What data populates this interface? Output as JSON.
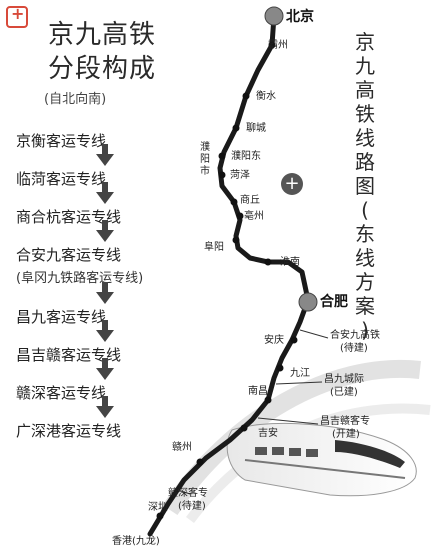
{
  "title": "京九高铁分段构成",
  "title_lines": [
    "京九高铁",
    "分段构成"
  ],
  "subtitle": "(自北向南)",
  "segments": [
    "京衡客运专线",
    "临菏客运专线",
    "商合杭客运专线",
    "合安九客运专线",
    "昌九客运专线",
    "昌吉赣客运专线",
    "赣深客运专线",
    "广深港客运专线"
  ],
  "segment_note": "(阜冈九铁路客运专线)",
  "right_title": "京九高铁线路图(东线方案)",
  "right_title_chars": [
    "京",
    "九",
    "高",
    "铁",
    "线",
    "路",
    "图",
    "(",
    "东",
    "线",
    "方",
    "案",
    ")"
  ],
  "stations": {
    "beijing": "北京",
    "bazhou": "霸州",
    "hengshui": "衡水",
    "liaocheng": "聊城",
    "puyang_city": "濮阳市",
    "puyang_east": "濮阳东",
    "heze": "菏泽",
    "shangqiu": "商丘",
    "bozhou": "亳州",
    "fuyang": "阜阳",
    "huainan": "淮南",
    "hefei": "合肥",
    "anqing": "安庆",
    "jiujiang": "九江",
    "nanchang": "南昌",
    "jian": "吉安",
    "ganzhou": "赣州",
    "shenzhen": "深圳",
    "hongkong": "香港(九龙)"
  },
  "line_notes": {
    "heanjiu": "合安九高铁",
    "heanjiu_status": "(待建)",
    "changjiu": "昌九城际",
    "changjiu_status": "(已建)",
    "changjigan": "昌吉赣客专",
    "changjigan_status": "(开建)",
    "ganshen": "赣深客专",
    "ganshen_status": "(待建)"
  },
  "icons": {
    "corner": "logo-icon",
    "map": "add-icon"
  }
}
